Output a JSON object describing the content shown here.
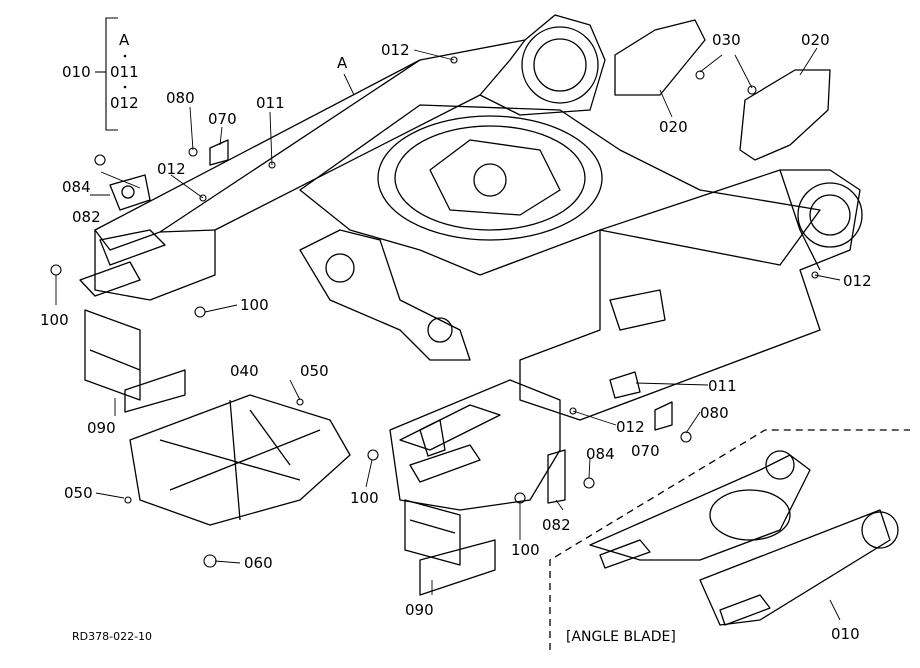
{
  "drawing_code": "RD378-022-10",
  "variant_label": "[ANGLE BLADE]",
  "callouts": {
    "c010_key": "010",
    "c010_a": "A",
    "c010_b": "011",
    "c010_c": "012",
    "c010_main": "010",
    "ref_a": "A",
    "c012_top": "012",
    "c012_left": "012",
    "c012_right": "012",
    "c012_mid": "012",
    "c011_top": "011",
    "c011_mid": "011",
    "c030": "030",
    "c020_r": "020",
    "c020_l": "020",
    "c080_l": "080",
    "c080_r": "080",
    "c070_l": "070",
    "c070_r": "070",
    "c084_l": "084",
    "c084_r": "084",
    "c082_l": "082",
    "c082_r": "082",
    "c100_a": "100",
    "c100_b": "100",
    "c100_c": "100",
    "c100_d": "100",
    "c090_l": "090",
    "c090_r": "090",
    "c040": "040",
    "c050_top": "050",
    "c050_left": "050",
    "c060": "060"
  }
}
